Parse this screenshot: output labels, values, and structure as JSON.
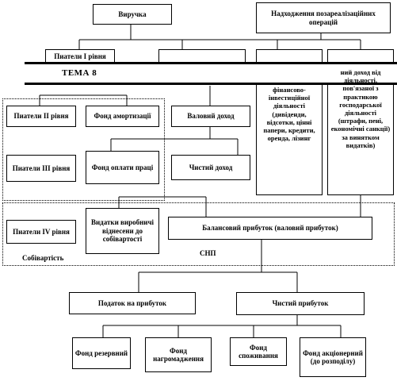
{
  "boxes": {
    "revenue": "Виручка",
    "nonsales_income": "Надходження позареалізаційних операцій",
    "indicators_1": "Пиатели I рівня",
    "indicators_2": "Пиатели II рівня",
    "depreciation_fund": "Фонд амортизації",
    "gross_income": "Валовий доход",
    "indicators_3": "Пиатели III рівня",
    "wage_fund": "Фонд оплати праці",
    "net_income": "Чистий доход",
    "indicators_4": "Пиатели IV рівня",
    "cost_attributed_expenses": "Видатки виробничі віднесени до собівартості",
    "balance_profit": "Балансовий прибуток (валовий прибуток)",
    "profit_tax": "Податок на прибуток",
    "net_profit": "Чистий прибуток",
    "reserve_fund": "Фонд резервний",
    "accumulation_fund": "Фонд нагромадження",
    "consumption_fund": "Фонд споживання",
    "shareholder_fund": "Фонд акціонерний (до розподілу)"
  },
  "banner": {
    "title": "ТЕМА  8"
  },
  "column_texts": {
    "financial_activity": "фінансово-інвестиційної діяльності (дивіденди, відсотки, цінні папери, кредити, оренда, лізинг",
    "economic_activity": "ний доход від діяльності, пов'язаної з практикою господарської діяльності (штрафи, пені, економічні санкції) за винятком видатків)"
  },
  "labels": {
    "cost_price": "Собівартість",
    "snp": "СНП"
  }
}
